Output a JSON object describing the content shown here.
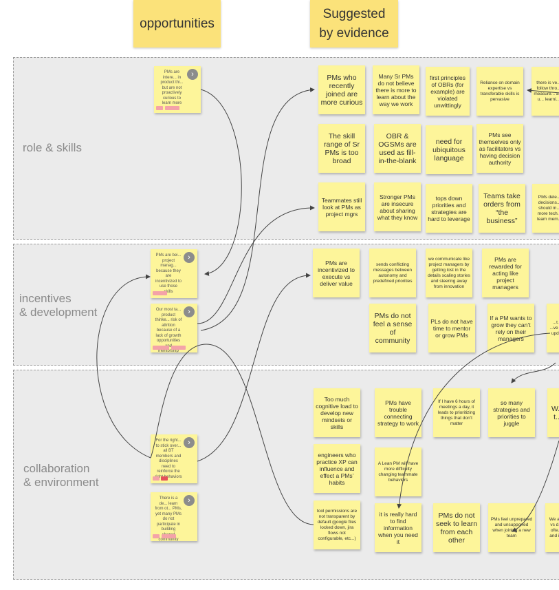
{
  "headers": {
    "opportunities": "opportunities",
    "suggested": "Suggested\nby evidence"
  },
  "lanes": {
    "role_skills": "role & skills",
    "incentives": "incentives\n& development",
    "collaboration": "collaboration\n& environment"
  },
  "opportunities": [
    {
      "text": "PMs are intere... in product thi... but are not proactively curious to learn more"
    },
    {
      "text": "PMs are bei... project manag... because they are incentivized to use those skills"
    },
    {
      "text": "Our most ta... product thinke... risk of attrition because of a lack of growth opportunities and mentorship"
    },
    {
      "text": "For the right... to stick over... all BT members and disciplines need to reinforce the right behaviors"
    },
    {
      "text": "There is a de... learn from ot... PMs, yet many PMs do not participate in building shared community identity"
    }
  ],
  "role_skills_stickies": [
    {
      "text": "PMs who recently joined are more curious"
    },
    {
      "text": "Many Sr PMs do not believe there is more to learn about the way we work"
    },
    {
      "text": "first principles of OBRs (for example) are violated unwittingly"
    },
    {
      "text": "Reliance on domain expertise vs transferable skills is pervasive"
    },
    {
      "text": "there is ve... follow thro... measure... and u... learni..."
    },
    {
      "text": "The skill range of Sr PMs is too broad"
    },
    {
      "text": "OBR & OGSMs are used as fill-in-the-blank"
    },
    {
      "text": "need for ubiquitous language"
    },
    {
      "text": "PMs see themselves only as facilitators vs having decision authority"
    },
    {
      "text": "Teammates still look at PMs as project mgrs"
    },
    {
      "text": "Stronger PMs are insecure about sharing what they know"
    },
    {
      "text": "tops down priorities and strategies are hard to leverage"
    },
    {
      "text": "Teams take orders from “the business”"
    },
    {
      "text": "PMs dele... decisions... should m... more tech... team mem..."
    }
  ],
  "incentive_stickies": [
    {
      "text": "PMs are incentivized to execute vs deliver value"
    },
    {
      "text": "sends conflicting messages between autonomy and predefined priorities"
    },
    {
      "text": "we communicate like project managers by getting lost in the details scaling stories and steering away from innovation"
    },
    {
      "text": "PMs are rewarded for acting like project managers"
    },
    {
      "text": "PMs do not feel a sense of community"
    },
    {
      "text": "PLs do not have time to mentor or grow PMs"
    },
    {
      "text": "If a PM wants to grow they can’t rely on their managers"
    },
    {
      "text": "...t... ...ve ...f upd..."
    }
  ],
  "collab_stickies": [
    {
      "text": "Too much cognitive load to develop new mindsets or skills"
    },
    {
      "text": "PMs have trouble connecting strategy to work"
    },
    {
      "text": "If I have 6 hours of meetings a day, it leads to prioritizing things that don’t matter"
    },
    {
      "text": "so many strategies and priorities to juggle"
    },
    {
      "text": "W... t..."
    },
    {
      "text": "engineers who practice XP can influence and effect a PMs’ habits"
    },
    {
      "text": "A Lean PM will have more difficulty changing teammate behaviors"
    },
    {
      "text": "tool permissions are not transparent by default (google files locked down, jira flows not configurable, etc...)"
    },
    {
      "text": "it is really hard to find information when you need it"
    },
    {
      "text": "PMs do not seek to learn from each other"
    },
    {
      "text": "PMs feel unprepared and unsupported when joining a new team"
    },
    {
      "text": "We a... vs d... ofte... and i..."
    }
  ],
  "colors": {
    "sticky": "#fdf59a",
    "header": "#fbe27a",
    "tag_pink": "#f4a3a8",
    "tag_red": "#e5505a",
    "lane_bg": "#ebebeb"
  },
  "icons": [
    "chevron-right-icon"
  ]
}
